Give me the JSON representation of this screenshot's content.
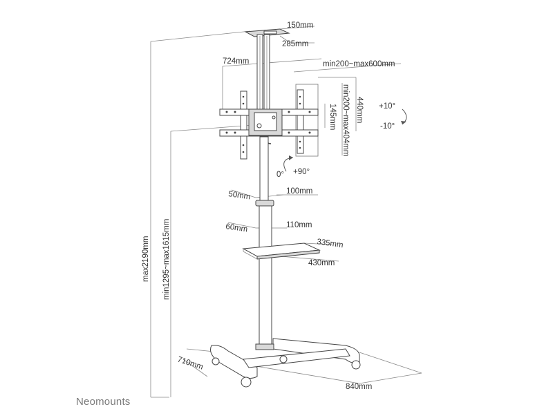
{
  "brand": "Neomounts",
  "dimensions": {
    "top_plate_width": "150mm",
    "top_plate_depth": "285mm",
    "bracket_width": "724mm",
    "vesa_horizontal": "min200~max600mm",
    "bracket_height": "440mm",
    "vesa_vertical": "min200~max404mm",
    "arm_offset": "145mm",
    "rotation": "0°",
    "rotation_max": "+90°",
    "tilt_up": "+10°",
    "tilt_down": "-10°",
    "upper_pole_depth": "50mm",
    "upper_pole_width": "100mm",
    "lower_pole_depth": "60mm",
    "lower_pole_width": "110mm",
    "shelf_depth": "335mm",
    "shelf_width": "430mm",
    "max_height": "max2190mm",
    "center_height": "min1295~max1615mm",
    "base_depth": "710mm",
    "base_width": "840mm"
  }
}
